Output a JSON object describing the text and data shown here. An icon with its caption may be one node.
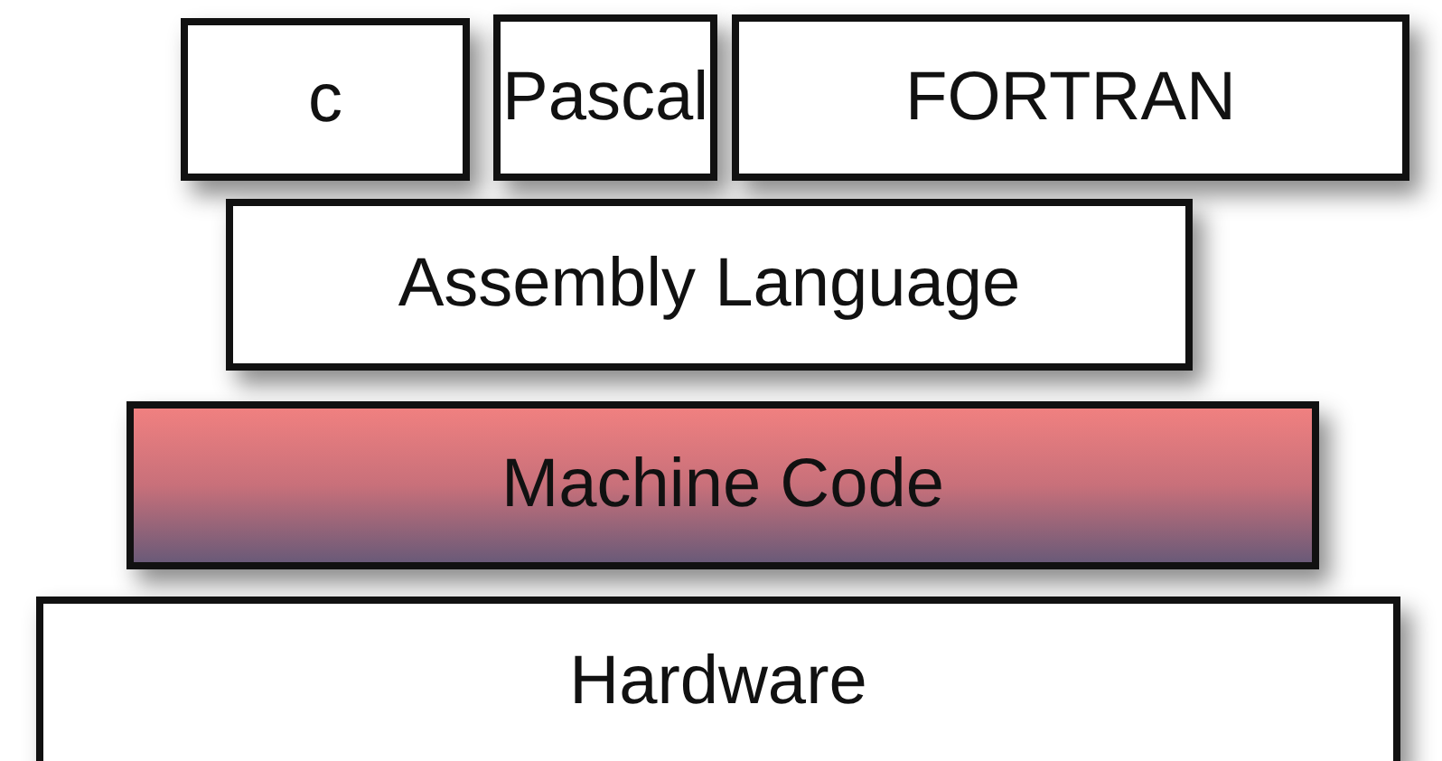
{
  "diagram": {
    "nodes": [
      {
        "text": [
          "c"
        ]
      },
      {
        "text": [
          "Pascal"
        ]
      },
      {
        "text": [
          "FORTRAN"
        ]
      },
      {
        "text": [
          "Assembly Language"
        ]
      },
      {
        "text": [
          "Machine Code"
        ]
      },
      {
        "text": [
          "Hardware"
        ]
      }
    ]
  }
}
